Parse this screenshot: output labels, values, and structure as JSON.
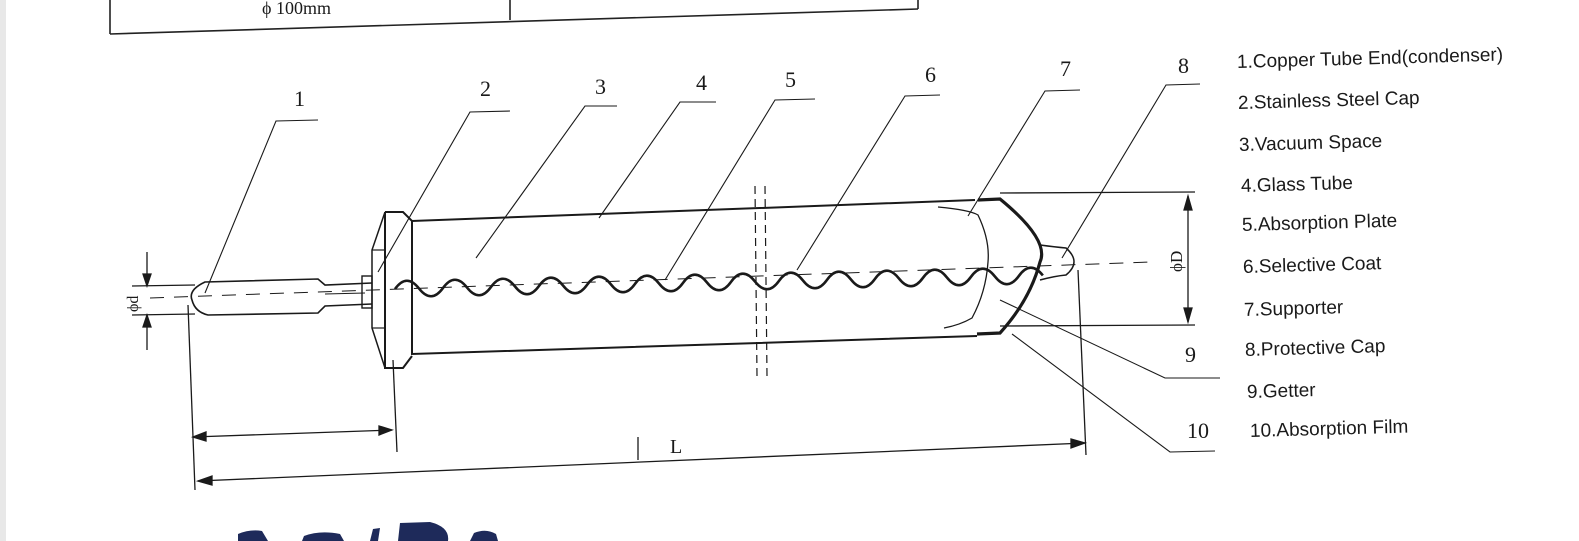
{
  "top_table": {
    "cell_text": "ϕ 100mm"
  },
  "diagram": {
    "callout_numbers": [
      "1",
      "2",
      "3",
      "4",
      "5",
      "6",
      "7",
      "8",
      "9",
      "10"
    ],
    "dim_d_label": "ϕd",
    "dim_D_label": "ϕD",
    "dim_L_label": "L"
  },
  "legend": {
    "items": [
      "1.Copper Tube End(condenser)",
      "2.Stainless Steel Cap",
      "3.Vacuum Space",
      "4.Glass Tube",
      "5.Absorption Plate",
      "6.Selective Coat",
      "7.Supporter",
      "8.Protective Cap",
      "9.Getter",
      "10.Absorption Film"
    ]
  },
  "bottom_heading_fragment": "...d D..."
}
